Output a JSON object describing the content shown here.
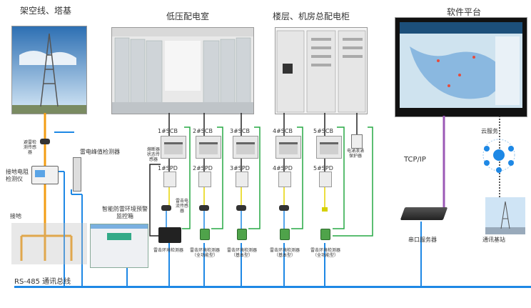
{
  "sections": {
    "overhead": "架空线、塔基",
    "low_voltage_room": "低压配电室",
    "floor_cabinet": "楼层、机房总配电柜",
    "software": "软件平台"
  },
  "left": {
    "tower_sensor": "避雷检测传感器",
    "lightning_counter": "雷电峰值检测器",
    "ground_resistance_meter": "接地电阻检测仪",
    "grounding": "接地",
    "smart_box": "智能防雷环境预警监控箱"
  },
  "scb_labels": [
    "1#SCB",
    "2#SCB",
    "3#SCB",
    "4#SCB",
    "5#SCB"
  ],
  "spd_labels": [
    "1#SPD",
    "2#SPD",
    "3#SPD",
    "4#SPD",
    "5#SPD"
  ],
  "small_tags": {
    "fuse_sensor": "熔断器状态传感器",
    "spd_sensor": "雷击电流传感器",
    "module": "电涌浪涌保护器"
  },
  "monitors": [
    {
      "name": "雷击环境检测器",
      "sub": ""
    },
    {
      "name": "雷击环境检测器",
      "sub": "（全功能型）"
    },
    {
      "name": "雷击环境检测器",
      "sub": "（基本型）"
    },
    {
      "name": "雷击环境检测器",
      "sub": "（基本型）"
    },
    {
      "name": "雷击环境检测器",
      "sub": "（全功能型）"
    }
  ],
  "right": {
    "tcpip": "TCP/IP",
    "serial_server": "串口服务器",
    "cloud": "云服务",
    "base_station": "通讯基站"
  },
  "bus_label": "RS-485 通讯总线",
  "colors": {
    "bus": "#1e88e5",
    "signal": "#27a844",
    "orange": "#f39c12",
    "purple": "#9b59b6",
    "black": "#222222"
  }
}
